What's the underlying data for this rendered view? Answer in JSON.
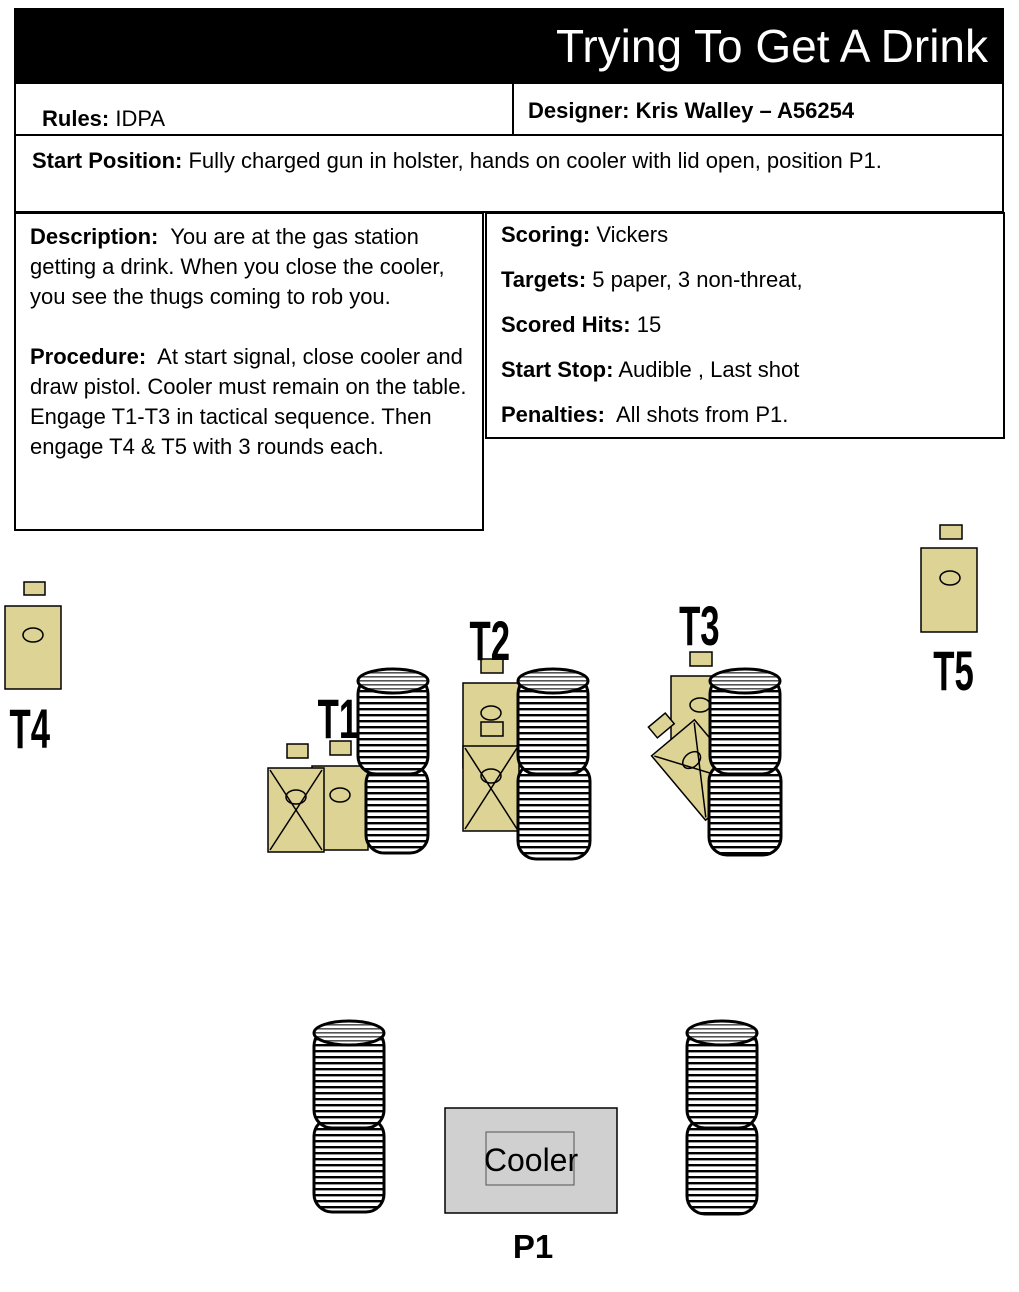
{
  "header": {
    "title": "Trying To Get A Drink"
  },
  "rules": {
    "label": "Rules:",
    "value": "IDPA"
  },
  "designer": {
    "text": "Designer: Kris Walley – A56254"
  },
  "start_position": {
    "label": "Start Position:",
    "value": "Fully charged gun in holster, hands on cooler with lid open, position P1."
  },
  "description": {
    "label": "Description:",
    "value": "You are at the gas station getting a drink.  When you close the cooler, you see the thugs coming to rob you."
  },
  "procedure": {
    "label": "Procedure:",
    "value": "At start signal, close cooler and draw pistol.  Cooler must remain on the table.  Engage T1-T3 in tactical sequence.  Then engage T4 & T5 with 3 rounds each."
  },
  "scoring": {
    "scoring_label": "Scoring:",
    "scoring_value": "Vickers",
    "targets_label": "Targets:",
    "targets_value": "5 paper, 3 non-threat,",
    "hits_label": "Scored Hits:",
    "hits_value": "15",
    "startstop_label": "Start Stop:",
    "startstop_value": "Audible , Last shot",
    "penalties_label": "Penalties:",
    "penalties_value": "All shots from P1."
  },
  "stage": {
    "target_labels": {
      "t1": "T1",
      "t2": "T2",
      "t3": "T3",
      "t4": "T4",
      "t5": "T5"
    },
    "cooler_label": "Cooler",
    "position_label": "P1",
    "colors": {
      "target_fill": "#ddd395",
      "cooler_fill": "#d0d0d0",
      "barrel_top": "#bbbbbb"
    }
  }
}
